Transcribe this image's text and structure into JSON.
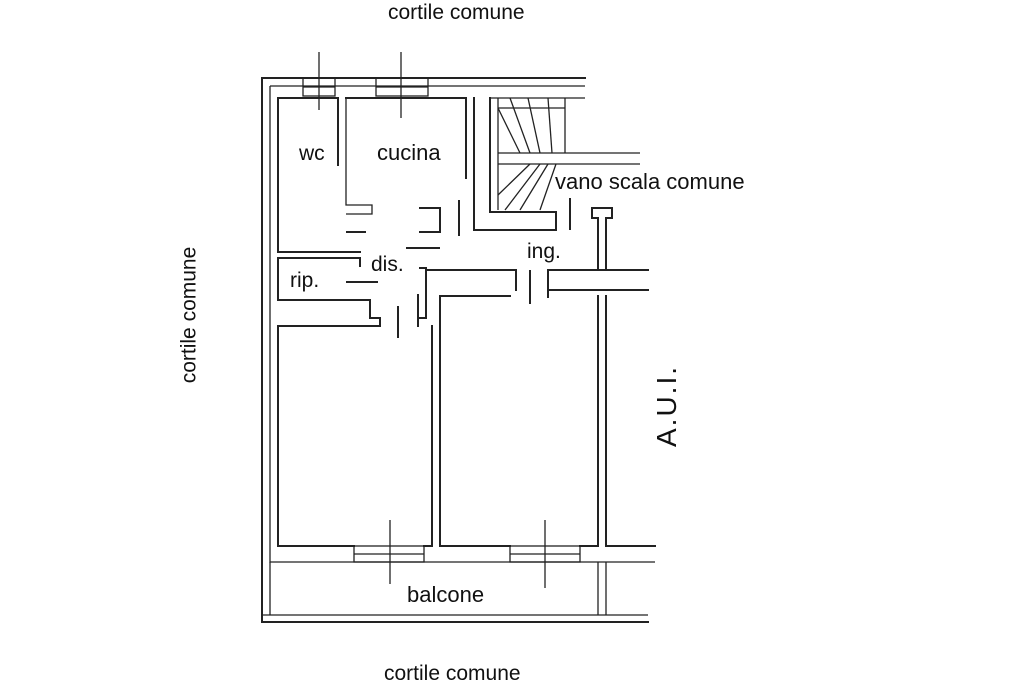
{
  "surroundings": {
    "top": "cortile comune",
    "left": "cortile comune",
    "bottom": "cortile comune",
    "right_unit": "A.U.I."
  },
  "rooms": {
    "wc": "wc",
    "kitchen": "cucina",
    "stairwell": "vano scala comune",
    "hallway": "dis.",
    "storage": "rip.",
    "entrance": "ing.",
    "balcony": "balcone"
  },
  "colors": {
    "line": "#222222",
    "background": "#ffffff"
  }
}
